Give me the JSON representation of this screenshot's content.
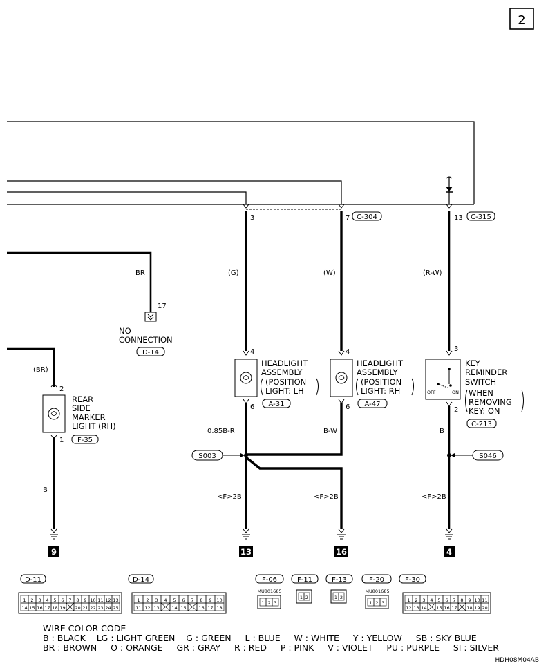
{
  "page_number": "2",
  "diagram_code": "HDH08M04AB",
  "wires": {
    "br_top": "BR",
    "br_left": "(BR)",
    "b_left": "B",
    "g": "(G)",
    "w": "(W)",
    "rw": "(R-W)",
    "b085": "0.85B-R",
    "bw": "B-W",
    "b_right": "B"
  },
  "pins": {
    "p3": "3",
    "p7": "7",
    "p13": "13",
    "p17": "17",
    "p2": "2",
    "p1": "1",
    "p4a": "4",
    "p6a": "6",
    "p4b": "4",
    "p6b": "6",
    "p3c": "3",
    "p2c": "2"
  },
  "connectors_top": {
    "c304": "C-304",
    "c315": "C-315"
  },
  "no_connection": {
    "line1": "NO",
    "line2": "CONNECTION",
    "connector": "D-14"
  },
  "rear_marker": {
    "lines": [
      "REAR",
      "SIDE",
      "MARKER",
      "LIGHT (RH)"
    ],
    "connector": "F-35"
  },
  "headlight_lh": {
    "lines": [
      "HEADLIGHT",
      "ASSEMBLY",
      "(POSITION",
      "LIGHT: LH"
    ],
    "connector": "A-31"
  },
  "headlight_rh": {
    "lines": [
      "HEADLIGHT",
      "ASSEMBLY",
      "(POSITION",
      "LIGHT: RH"
    ],
    "connector": "A-47"
  },
  "key_switch": {
    "lines": [
      "KEY",
      "REMINDER",
      "SWITCH",
      "WHEN",
      "REMOVING",
      "KEY: ON"
    ],
    "off": "OFF",
    "on": "ON",
    "connector": "C-213"
  },
  "splices": {
    "s003": "S003",
    "s046": "S046"
  },
  "grounds": {
    "label_f2b": "<F>2B",
    "g9": "9",
    "g13": "13",
    "g16": "16",
    "g4": "4"
  },
  "bottom_connectors": {
    "d11": {
      "label": "D-11",
      "row1": [
        "1",
        "2",
        "3",
        "4",
        "5",
        "6",
        "7",
        "8",
        "9",
        "10",
        "11",
        "12",
        "13"
      ],
      "row2": [
        "14",
        "15",
        "16",
        "17",
        "18",
        "19",
        "",
        "20",
        "21",
        "22",
        "23",
        "24",
        "25"
      ]
    },
    "d14": {
      "label": "D-14",
      "row1": [
        "1",
        "2",
        "3",
        "4",
        "5",
        "6",
        "7",
        "8",
        "9",
        "10"
      ],
      "row2": [
        "11",
        "12",
        "13",
        "",
        "14",
        "15",
        "",
        "16",
        "17",
        "18"
      ]
    },
    "f06": {
      "label": "F-06",
      "part": "MU801685",
      "pins": [
        "1",
        "2",
        "3"
      ]
    },
    "f11": {
      "label": "F-11",
      "pins": [
        "1",
        "2"
      ]
    },
    "f13": {
      "label": "F-13",
      "pins": [
        "1",
        "2"
      ]
    },
    "f20": {
      "label": "F-20",
      "part": "MU801685",
      "pins": [
        "1",
        "2",
        "3"
      ]
    },
    "f30": {
      "label": "F-30",
      "row1": [
        "1",
        "2",
        "3",
        "4",
        "5",
        "6",
        "7",
        "8",
        "9",
        "10",
        "11"
      ],
      "row2": [
        "12",
        "13",
        "14",
        "",
        "15",
        "16",
        "17",
        "",
        "18",
        "19",
        "20"
      ]
    }
  },
  "legend": {
    "title": "WIRE COLOR CODE",
    "row1": "B : BLACK    LG : LIGHT GREEN    G : GREEN     L : BLUE     W : WHITE     Y : YELLOW     SB : SKY BLUE",
    "row2": "BR : BROWN     O : ORANGE     GR : GRAY     R : RED     P : PINK     V : VIOLET     PU : PURPLE     SI : SILVER"
  }
}
